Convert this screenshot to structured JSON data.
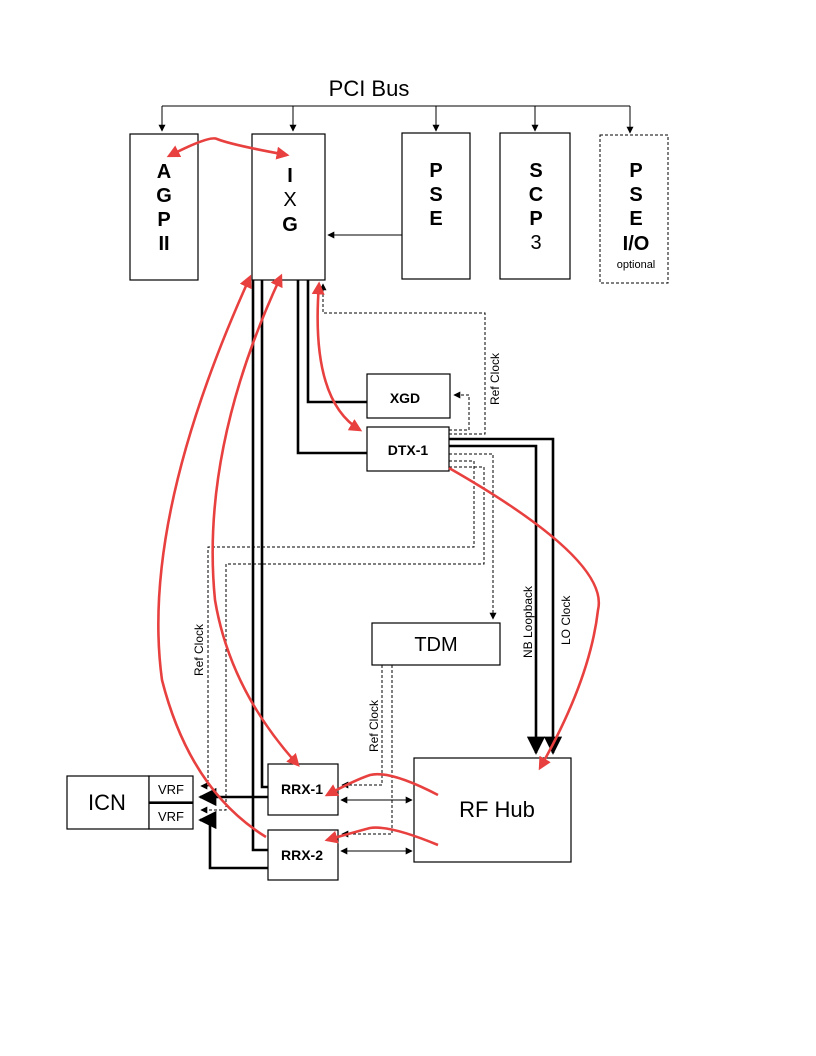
{
  "title": "PCI Bus",
  "blocks": {
    "agp": {
      "lines": [
        "A",
        "G",
        "P",
        "II"
      ]
    },
    "ixg": {
      "lines": [
        "I",
        "X",
        "G"
      ]
    },
    "pse": {
      "lines": [
        "P",
        "S",
        "E"
      ]
    },
    "scp": {
      "lines": [
        "S",
        "C",
        "P",
        "3"
      ]
    },
    "pseio": {
      "lines": [
        "P",
        "S",
        "E",
        "I/O"
      ],
      "note": "optional"
    },
    "xgd": {
      "label": "XGD"
    },
    "dtx": {
      "label": "DTX-1"
    },
    "tdm": {
      "label": "TDM"
    },
    "rfhub": {
      "label": "RF Hub"
    },
    "icn": {
      "label": "ICN"
    },
    "vrf1": {
      "label": "VRF"
    },
    "vrf2": {
      "label": "VRF"
    },
    "rrx1": {
      "label": "RRX-1"
    },
    "rrx2": {
      "label": "RRX-2"
    }
  },
  "signals": {
    "ref_clock_top": "Ref Clock",
    "ref_clock_left": "Ref Clock",
    "ref_clock_tdm": "Ref Clock",
    "nb_loopback": "NB Loopback",
    "lo_clock": "LO Clock"
  },
  "colors": {
    "flow_arrow": "#e8403f",
    "line": "#000000"
  }
}
